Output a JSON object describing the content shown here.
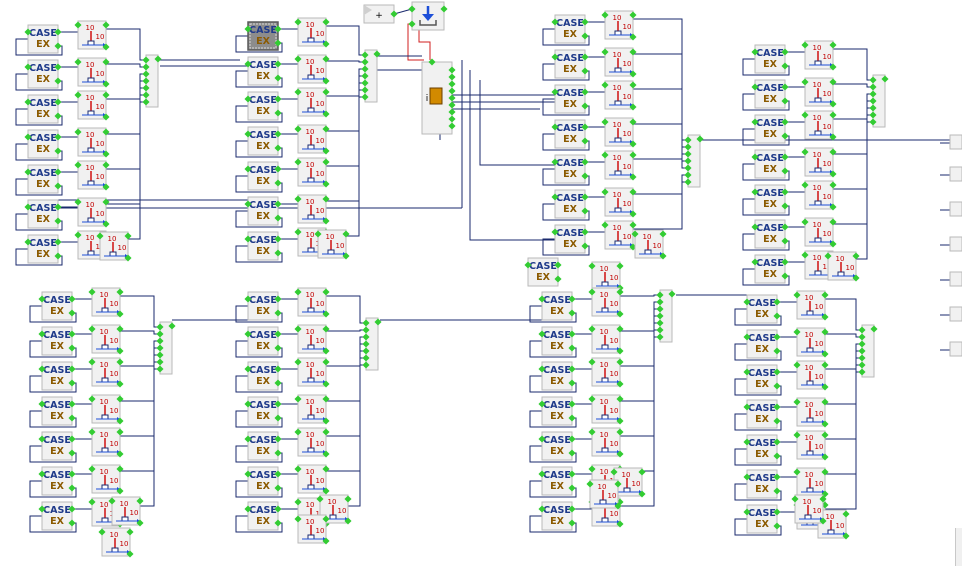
{
  "diagram": {
    "case_label_top": "CASE",
    "case_label_bottom": "EX",
    "indicator_value": "10",
    "plus_sign": "+",
    "struct_letter": "i",
    "colors": {
      "wire": "#1a2a6e",
      "red_wire": "#d21f1f",
      "dot": "#33cc33",
      "block_fill": "#f1f1f1",
      "block_border": "#b9b9b9",
      "selected_fill": "#8c8c8c",
      "case_text": "#1f3a8a",
      "ex_text": "#8b5a00",
      "number_text": "#c00000",
      "thermo": "#d01010",
      "arrow": "#1d4fd8"
    },
    "icons": [
      "case-block-icon",
      "indicator-thermometer-icon",
      "bus-merge-icon",
      "save-arrow-icon",
      "struct-block-icon",
      "plus-icon"
    ]
  }
}
